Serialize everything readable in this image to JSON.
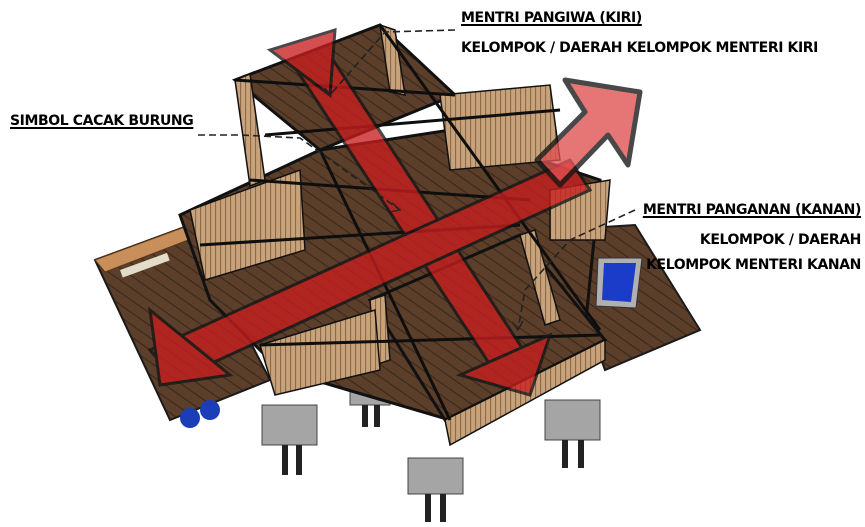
{
  "labels": {
    "bird_symbol": "SIMBOL CACAK BURUNG",
    "left_minister_title": "MENTRI PANGIWA (KIRI)",
    "left_minister_group": "KELOMPOK  / DAERAH KELOMPOK MENTERI KIRI",
    "right_minister_title": "MENTRI PANGANAN (KANAN)",
    "right_minister_group_line1": "KELOMPOK  / DAERAH",
    "right_minister_group_line2": "KELOMPOK MENTERI KANAN"
  },
  "colors": {
    "arrow_fill": "#c81e1e",
    "arrow_outline": "#1a1a1a",
    "wood_floor": "#5a3f2a",
    "wood_wall": "#b8926a",
    "concrete": "#9a9a9a",
    "water_tank": "#1a3cc8"
  },
  "icons": {
    "diagonal_arrow_upright": "arrow-up-right-icon",
    "bird_cross": "cross-arrows-icon"
  }
}
